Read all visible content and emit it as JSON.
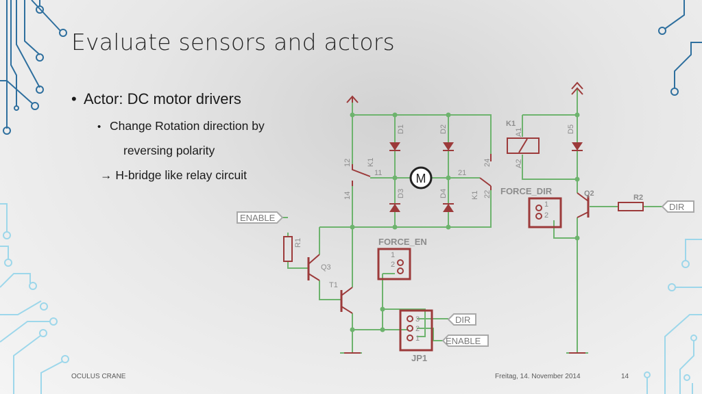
{
  "slide": {
    "title": "Evaluate sensors and actors",
    "bullet1": "Actor: DC motor drivers",
    "bullet2_line1": "Change Rotation direction by",
    "bullet2_line2": "reversing polarity",
    "bullet3": "→ H-bridge like relay circuit"
  },
  "footer": {
    "left": "OCULUS CRANE",
    "date": "Freitag, 14. November 2014",
    "page": "14"
  },
  "schematic": {
    "motor": "M",
    "diodes": [
      "D1",
      "D2",
      "D3",
      "D4",
      "D5"
    ],
    "relay": "K1",
    "relay_coil_pins": [
      "A1",
      "A2"
    ],
    "relay_pins": [
      "12",
      "11",
      "14",
      "21",
      "24",
      "22"
    ],
    "transistors": [
      "Q3",
      "T1",
      "Q2"
    ],
    "resistors": [
      "R1",
      "R2"
    ],
    "jumpers": [
      "FORCE_DIR",
      "FORCE_EN",
      "JP1"
    ],
    "jumper_pins": [
      "1",
      "2",
      "3"
    ],
    "labels": [
      "ENABLE",
      "DIR",
      "DIR",
      "ENABLE"
    ]
  },
  "colors": {
    "wire": "#6db36d",
    "component": "#9c3a3a",
    "label": "#8c8c8c",
    "accent": "#2e6f9e"
  }
}
